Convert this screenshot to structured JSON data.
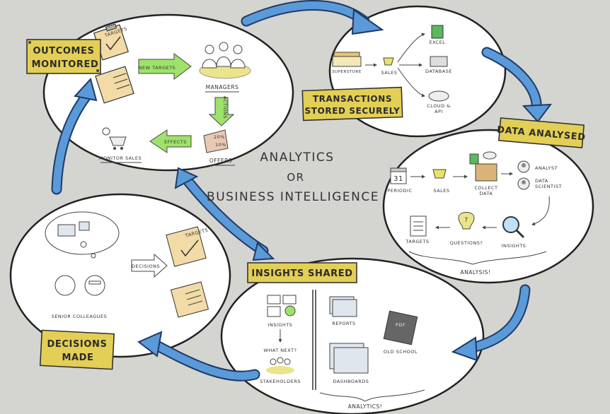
{
  "center_title": [
    "ANALYTICS",
    "OR",
    "BUSINESS INTELLIGENCE"
  ],
  "sections": {
    "outcomes": {
      "label": [
        "OUTCOMES",
        "MONITORED"
      ],
      "new_targets": "NEW TARGETS",
      "managers": "MANAGERS",
      "actions": "ACTIONS",
      "effects": "EFFECTS",
      "offers": "OFFERS",
      "offer_values": [
        "20%",
        "10%"
      ],
      "monitor_sales": "MONITOR SALES",
      "targets_tag": "TARGETS"
    },
    "transactions": {
      "label": [
        "TRANSACTIONS",
        "STORED SECURELY"
      ],
      "superstore": "SUPERSTORE",
      "sales": "SALES",
      "excel": "EXCEL",
      "database": "DATABASE",
      "cloud": [
        "CLOUD &",
        "API"
      ]
    },
    "data": {
      "label": "DATA ANALYSED",
      "periodic": "PERIODIC",
      "calendar_day": "31",
      "sales": "SALES",
      "collect": [
        "COLLECT",
        "DATA"
      ],
      "analyst": "ANALYST",
      "data_scientist": [
        "DATA",
        "SCIENTIST"
      ],
      "targets": "TARGETS",
      "questions": "QUESTIONS?",
      "insights": "INSIGHTS",
      "analysis": "ANALYSIS!"
    },
    "insights": {
      "label": "INSIGHTS SHARED",
      "insights": "INSIGHTS",
      "what_next": "WHAT NEXT?",
      "stakeholders": "STAKEHOLDERS",
      "reports": "REPORTS",
      "old_school": "OLD SCHOOL",
      "pdf": "PDF",
      "dashboards": "DASHBOARDS",
      "analytics": "ANALYTICS!"
    },
    "decisions": {
      "label": [
        "DECISIONS",
        "MADE"
      ],
      "decisions": "DECISIONS",
      "senior": "SENIOR COLLEAGUES",
      "targets_tag": "TARGETS"
    }
  },
  "colors": {
    "background": "#d4d4d0",
    "label_fill": "#e3cf55",
    "arrow_blue": "#5b9ad9",
    "green_arrow": "#9ee26a",
    "bubble": "#ffffff"
  }
}
